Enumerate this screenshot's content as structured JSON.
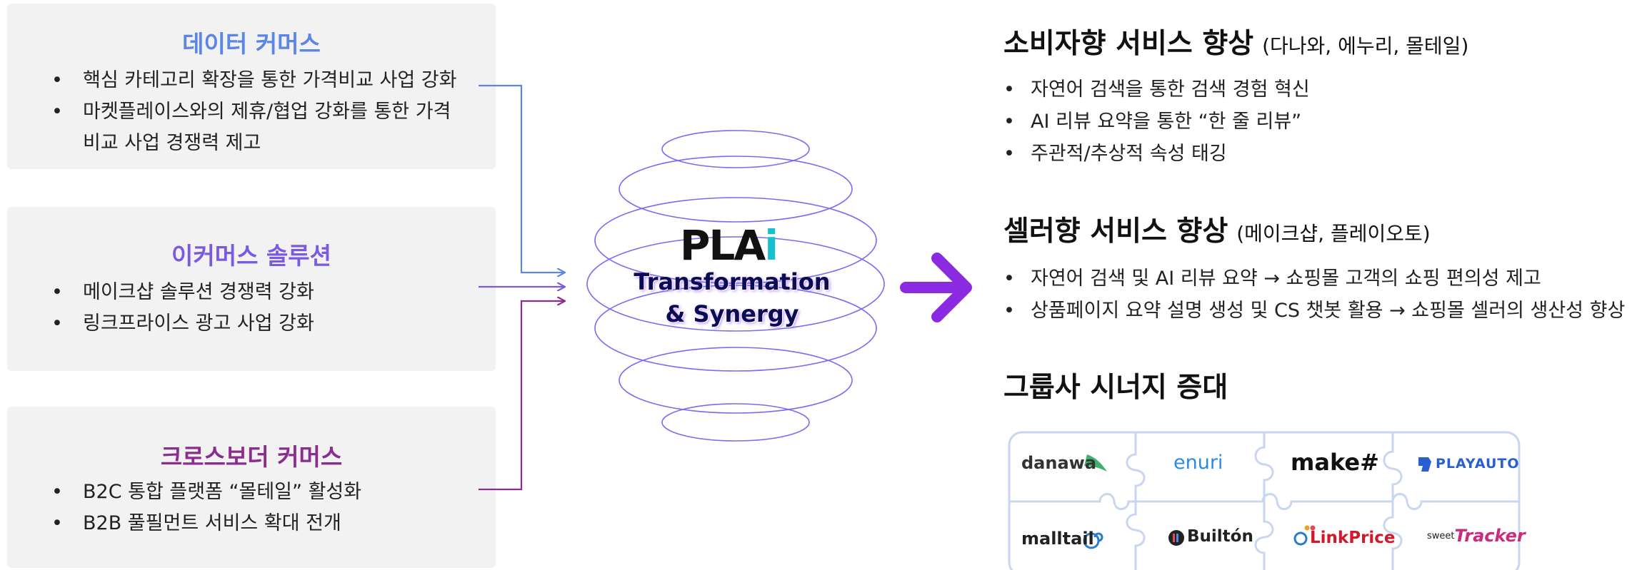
{
  "left_panels": [
    {
      "title": "데이터 커머스",
      "color": "#5b86e5",
      "items": [
        "핵심 카테고리 확장을 통한 가격비교 사업 강화",
        "마켓플레이스와의 제휴/협업 강화를 통한 가격",
        "비교 사업 경쟁력 제고"
      ]
    },
    {
      "title": "이커머스 솔루션",
      "color": "#7a5ae0",
      "items": [
        "메이크샵 솔루션 경쟁력 강화",
        "링크프라이스 광고 사업 강화"
      ]
    },
    {
      "title": "크로스보더 커머스",
      "color": "#8a2d8e",
      "items": [
        "B2C 통합 플랫폼 “몰테일” 활성화",
        "B2B 풀필먼트 서비스 확대 전개"
      ]
    }
  ],
  "center": {
    "logo_main": "PLA",
    "logo_i": "i",
    "line1": "Transformation",
    "line2": "& Synergy",
    "arrow_color": "#8a2be2",
    "sphere_color": "#7a6cf0"
  },
  "right_sections": [
    {
      "title": "소비자향 서비스 향상",
      "subtitle": "(다나와, 에누리, 몰테일)",
      "items": [
        "자연어 검색을 통한 검색 경험 혁신",
        "AI 리뷰 요약을 통한 “한 줄 리뷰”",
        "주관적/추상적 속성 태깅"
      ]
    },
    {
      "title": "셀러향 서비스 향상",
      "subtitle": "(메이크샵, 플레이오토)",
      "items": [
        "자연어 검색 및 AI 리뷰 요약 → 쇼핑몰 고객의 쇼핑 편의성 제고",
        "상품페이지 요약 설명 생성 및 CS 챗봇 활용 → 쇼핑몰 셀러의 생산성 향상"
      ]
    },
    {
      "title": "그룹사 시너지 증대",
      "subtitle": "",
      "items": []
    }
  ],
  "logos": [
    {
      "text": "danawa",
      "color": "#333333"
    },
    {
      "text": "enuri",
      "color": "#2a8be0"
    },
    {
      "text": "make#",
      "color": "#111111"
    },
    {
      "text": "PLAYAUTO",
      "color": "#2a5fd0"
    },
    {
      "text": "malltail",
      "color": "#222222"
    },
    {
      "text": "Builtón",
      "color": "#222222"
    },
    {
      "text": "LinkPrice",
      "color": "#d0192b"
    },
    {
      "text": "Tracker",
      "color": "#cc2a7a"
    }
  ],
  "logo_extras": {
    "sweet": "sweet"
  }
}
